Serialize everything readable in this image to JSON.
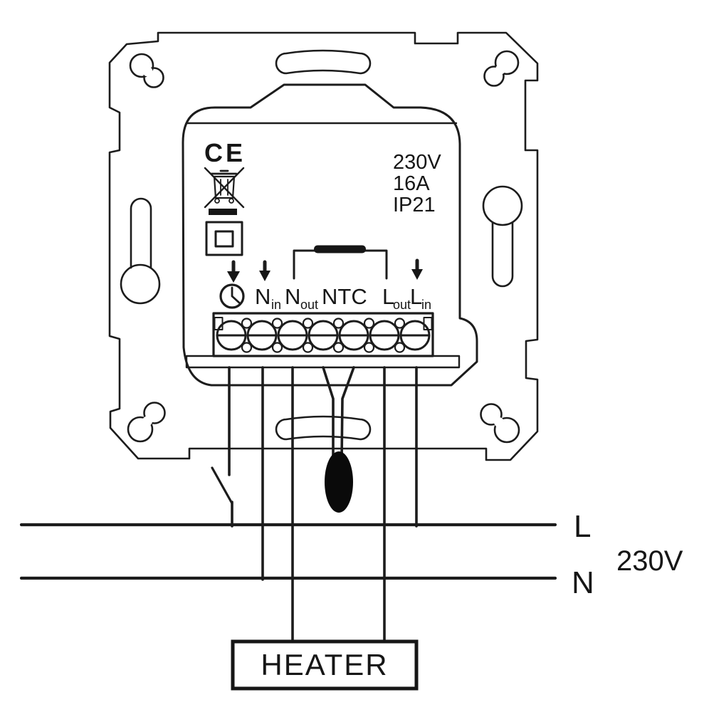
{
  "device": {
    "ce_mark": "CE",
    "ratings": {
      "voltage": "230V",
      "current": "16A",
      "ip": "IP21"
    }
  },
  "terminals": {
    "n_in": {
      "main": "N",
      "sub": "in"
    },
    "n_out": {
      "main": "N",
      "sub": "out"
    },
    "ntc": {
      "main": "NTC",
      "sub": ""
    },
    "l_out": {
      "main": "L",
      "sub": "out"
    },
    "l_in": {
      "main": "L",
      "sub": "in"
    }
  },
  "supply": {
    "line_label": "L",
    "neutral_label": "N",
    "voltage_label": "230V"
  },
  "load": {
    "label": "HEATER"
  },
  "colors": {
    "ink": "#1c1c1c",
    "background": "#ffffff",
    "sensor": "#0a0a0a"
  }
}
